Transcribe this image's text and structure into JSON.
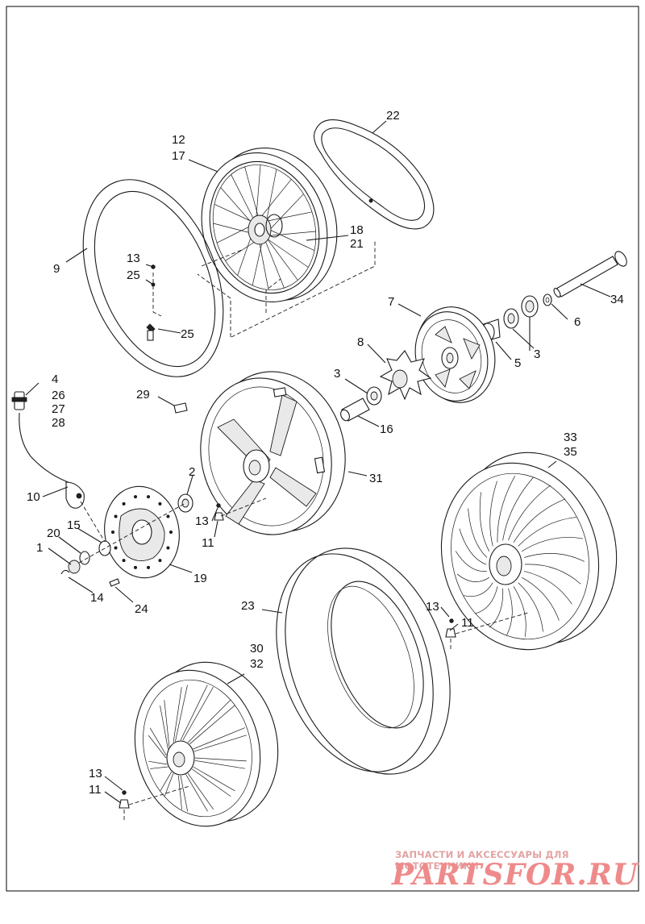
{
  "diagram": {
    "callouts": [
      {
        "id": "c12",
        "text": "12"
      },
      {
        "id": "c17",
        "text": "17"
      },
      {
        "id": "c22",
        "text": "22"
      },
      {
        "id": "c18",
        "text": "18"
      },
      {
        "id": "c21",
        "text": "21"
      },
      {
        "id": "c9",
        "text": "9"
      },
      {
        "id": "c13a",
        "text": "13"
      },
      {
        "id": "c25a",
        "text": "25"
      },
      {
        "id": "c25b",
        "text": "25"
      },
      {
        "id": "c34",
        "text": "34"
      },
      {
        "id": "c7",
        "text": "7"
      },
      {
        "id": "c6",
        "text": "6"
      },
      {
        "id": "c5",
        "text": "5"
      },
      {
        "id": "c3a",
        "text": "3"
      },
      {
        "id": "c8",
        "text": "8"
      },
      {
        "id": "c3b",
        "text": "3"
      },
      {
        "id": "c16",
        "text": "16"
      },
      {
        "id": "c4",
        "text": "4"
      },
      {
        "id": "c26",
        "text": "26"
      },
      {
        "id": "c27",
        "text": "27"
      },
      {
        "id": "c28",
        "text": "28"
      },
      {
        "id": "c29",
        "text": "29"
      },
      {
        "id": "c31",
        "text": "31"
      },
      {
        "id": "c2",
        "text": "2"
      },
      {
        "id": "c10",
        "text": "10"
      },
      {
        "id": "c13b",
        "text": "13"
      },
      {
        "id": "c11a",
        "text": "11"
      },
      {
        "id": "c20",
        "text": "20"
      },
      {
        "id": "c15",
        "text": "15"
      },
      {
        "id": "c1",
        "text": "1"
      },
      {
        "id": "c19",
        "text": "19"
      },
      {
        "id": "c14",
        "text": "14"
      },
      {
        "id": "c24",
        "text": "24"
      },
      {
        "id": "c33",
        "text": "33"
      },
      {
        "id": "c35",
        "text": "35"
      },
      {
        "id": "c23",
        "text": "23"
      },
      {
        "id": "c13c",
        "text": "13"
      },
      {
        "id": "c11b",
        "text": "11"
      },
      {
        "id": "c30",
        "text": "30"
      },
      {
        "id": "c32",
        "text": "32"
      },
      {
        "id": "c13d",
        "text": "13"
      },
      {
        "id": "c11c",
        "text": "11"
      }
    ]
  },
  "watermark": {
    "tagline": "ЗАПЧАСТИ И АКСЕССУАРЫ ДЛЯ МОТОТЕХНИКИ",
    "brand": "PARTSFOR.RU",
    "color": "#ef8a8a"
  }
}
